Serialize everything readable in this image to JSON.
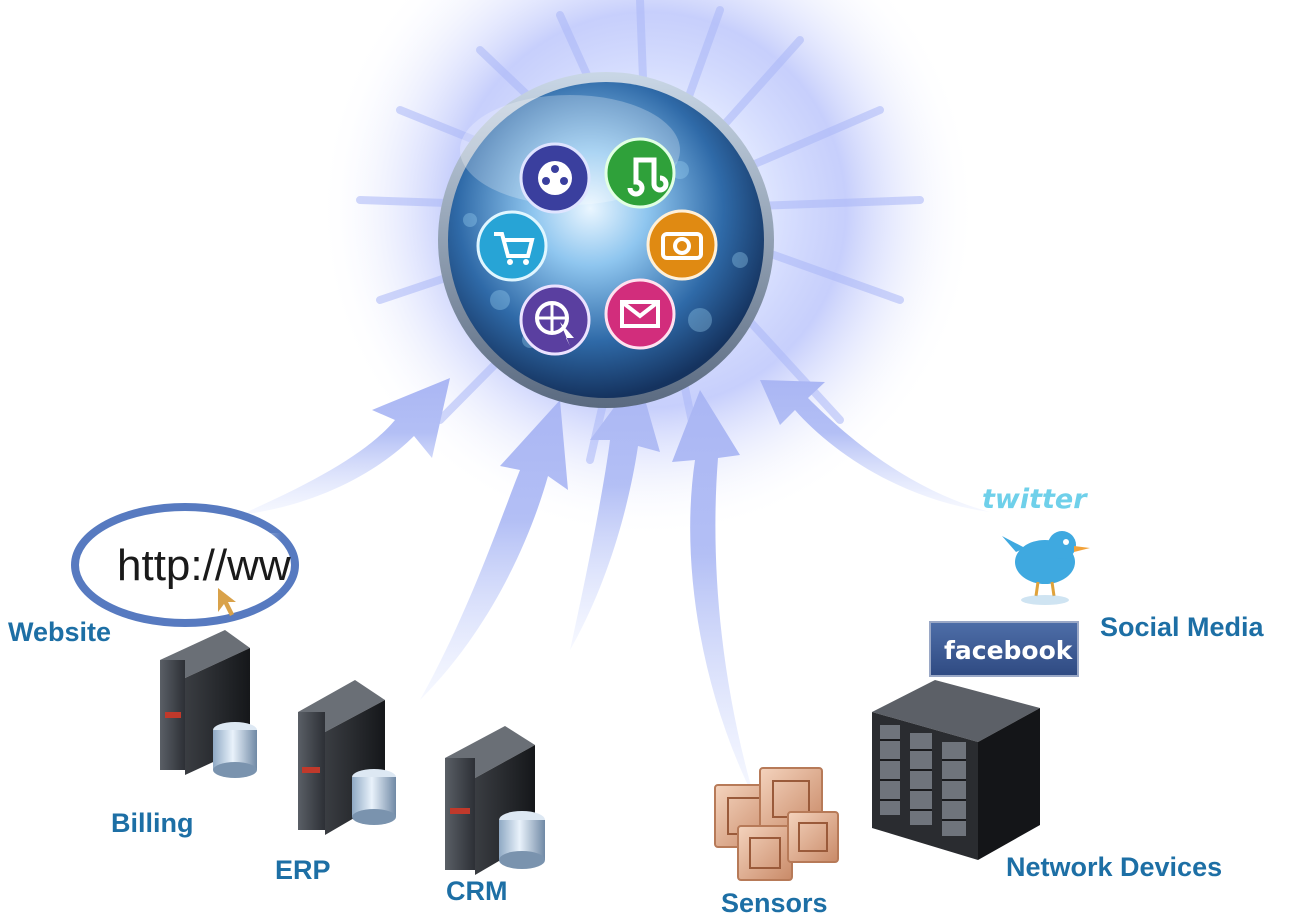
{
  "sources": {
    "website": "Website",
    "billing": "Billing",
    "erp": "ERP",
    "crm": "CRM",
    "sensors": "Sensors",
    "social_media": "Social Media",
    "network_devices": "Network Devices"
  },
  "logos": {
    "url_text": "http://ww",
    "facebook": "facebook",
    "twitter": "twitter"
  },
  "hub_icons": [
    "video-icon",
    "music-icon",
    "camera-icon",
    "mail-icon",
    "web-icon",
    "cart-icon"
  ],
  "colors": {
    "label": "#1d6fa5",
    "arrow": "#b8c4f4",
    "facebook": "#3b5998",
    "twitter": "#6fd0ea"
  }
}
